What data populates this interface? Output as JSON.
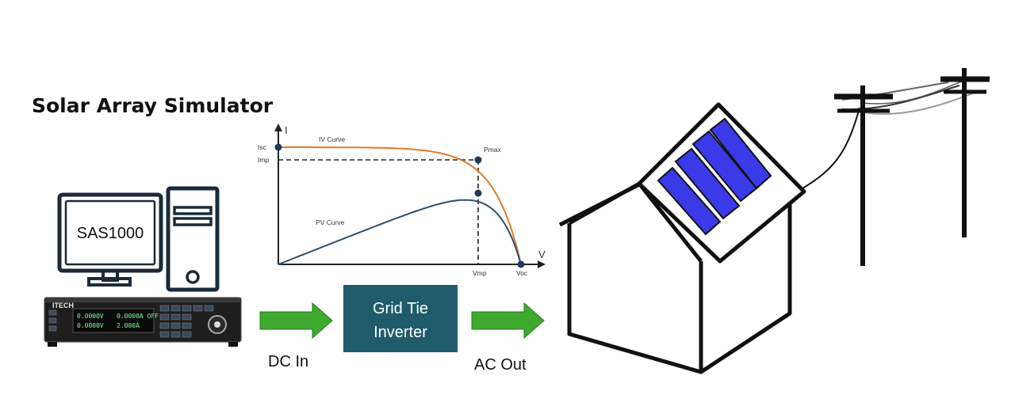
{
  "title": "Solar Array Simulator",
  "computer": {
    "screen_label": "SAS1000"
  },
  "instrument": {
    "brand": "ITECH",
    "readouts": [
      "0.0000V",
      "0.0000A OFF",
      "0.0000V",
      "2.000A"
    ]
  },
  "chart_data": {
    "type": "line",
    "xlabel": "V",
    "ylabel": "I",
    "x_ticks": [
      "Vmp",
      "Voc"
    ],
    "y_ticks": [
      "Isc",
      "Imp"
    ],
    "series": [
      {
        "name": "IV Curve",
        "color": "#E07B2A"
      },
      {
        "name": "PV Curve",
        "color": "#2C4F6E"
      }
    ],
    "annotations": [
      "Pmax"
    ],
    "points": {
      "Isc": [
        0,
        1.0
      ],
      "Imp": [
        0.83,
        0.92
      ],
      "Voc": [
        1.0,
        0
      ],
      "PV_max": [
        0.83,
        0.55
      ]
    }
  },
  "arrows": {
    "dc_label": "DC In",
    "ac_label": "AC Out",
    "color": "#3DAA2E"
  },
  "inverter": {
    "line1": "Grid Tie",
    "line2": "Inverter",
    "color": "#1F5C6B"
  },
  "panel_color": "#3A3AE8"
}
